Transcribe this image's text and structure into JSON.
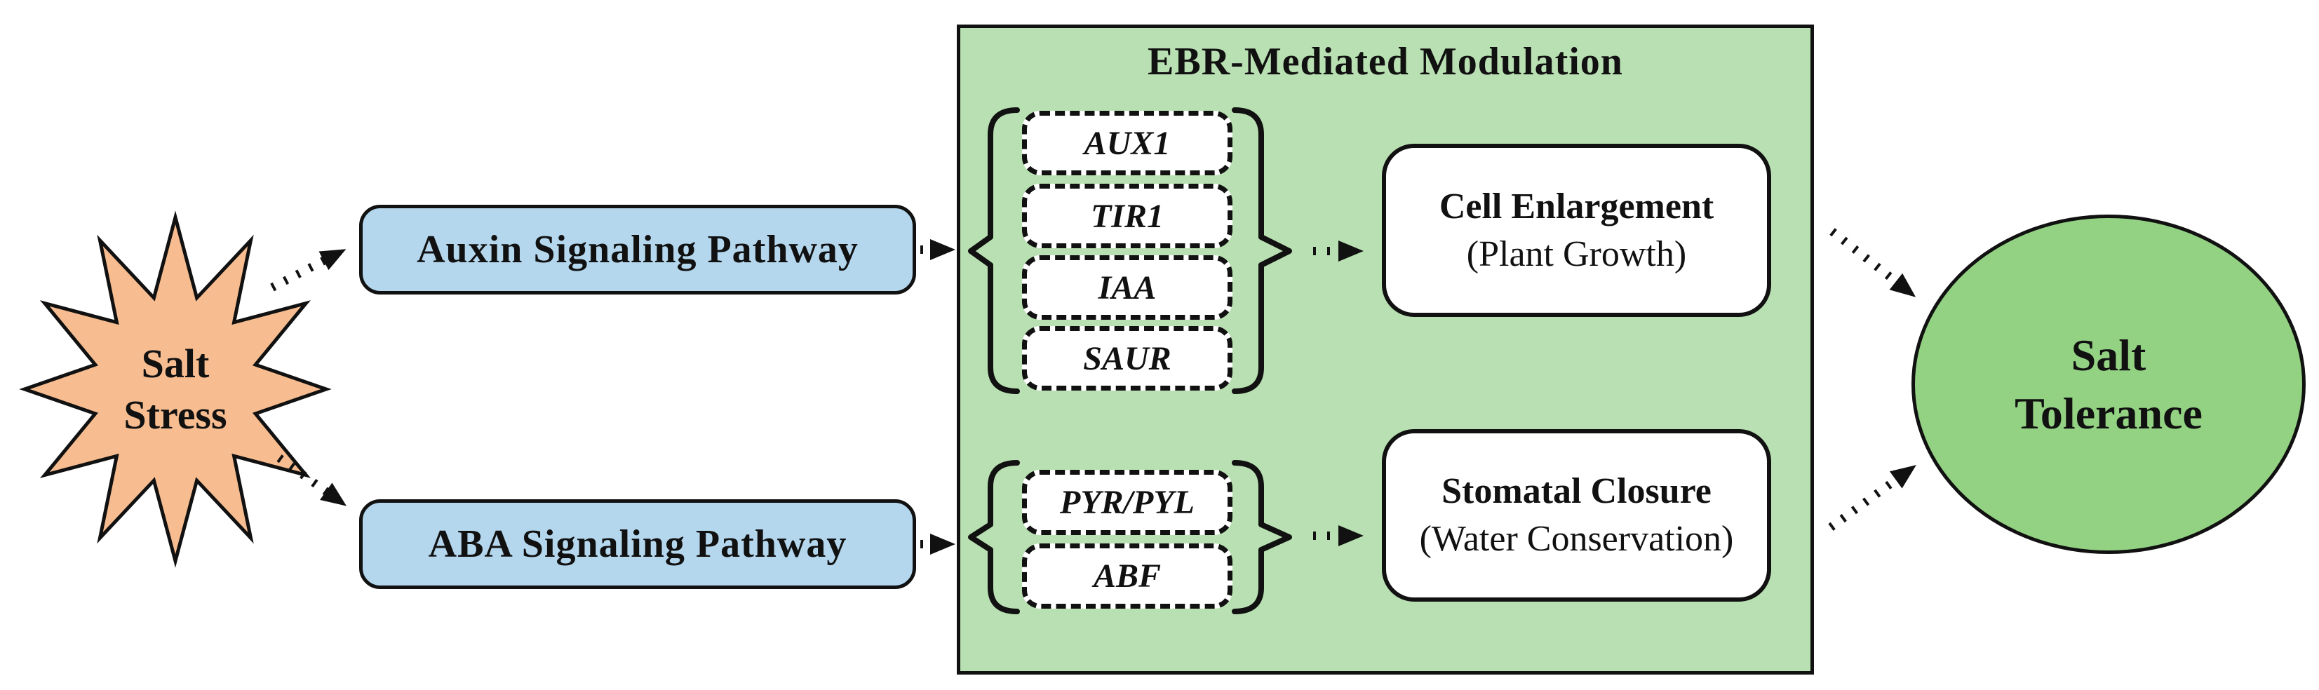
{
  "colors": {
    "background": "#ffffff",
    "outline": "#111111",
    "salt_stress_fill": "#F7BD90",
    "pathway_fill": "#B4D7EE",
    "panel_fill": "#B9E0B2",
    "tolerance_fill": "#93D283",
    "gene_box_fill": "#ffffff",
    "outcome_box_fill": "#ffffff"
  },
  "salt_stress": {
    "line1": "Salt",
    "line2": "Stress"
  },
  "pathways": {
    "auxin": {
      "label": "Auxin Signaling Pathway"
    },
    "aba": {
      "label": "ABA Signaling Pathway"
    }
  },
  "panel": {
    "title": "EBR-Mediated Modulation",
    "auxin_genes": [
      "AUX1",
      "TIR1",
      "IAA",
      "SAUR"
    ],
    "aba_genes": [
      "PYR/PYL",
      "ABF"
    ],
    "outcomes": {
      "cell": {
        "line1": "Cell Enlargement",
        "line2": "(Plant Growth)"
      },
      "stomatal": {
        "line1": "Stomatal Closure",
        "line2": "(Water Conservation)"
      }
    }
  },
  "salt_tolerance": {
    "line1": "Salt",
    "line2": "Tolerance"
  }
}
